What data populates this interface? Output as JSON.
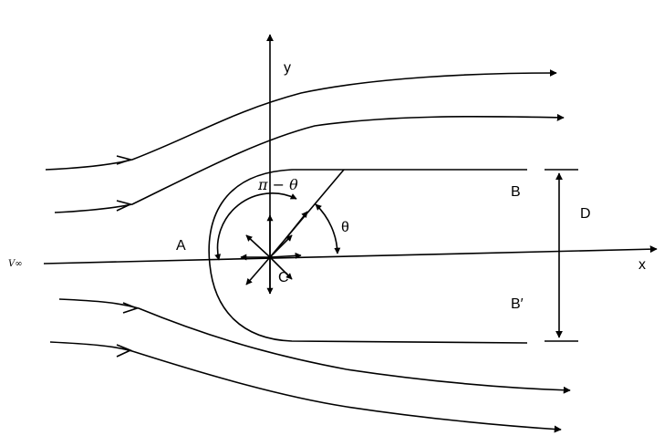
{
  "labels": {
    "y_axis": "y",
    "x_axis": "x",
    "freestream": "V∞",
    "stagnation_point": "A",
    "source_point": "C",
    "upper_surface": "B",
    "lower_surface": "B′",
    "body_width": "D",
    "angle_theta": "θ",
    "angle_pi_minus_theta": "π − θ"
  },
  "colors": {
    "stroke": "#000000",
    "background": "#ffffff"
  }
}
